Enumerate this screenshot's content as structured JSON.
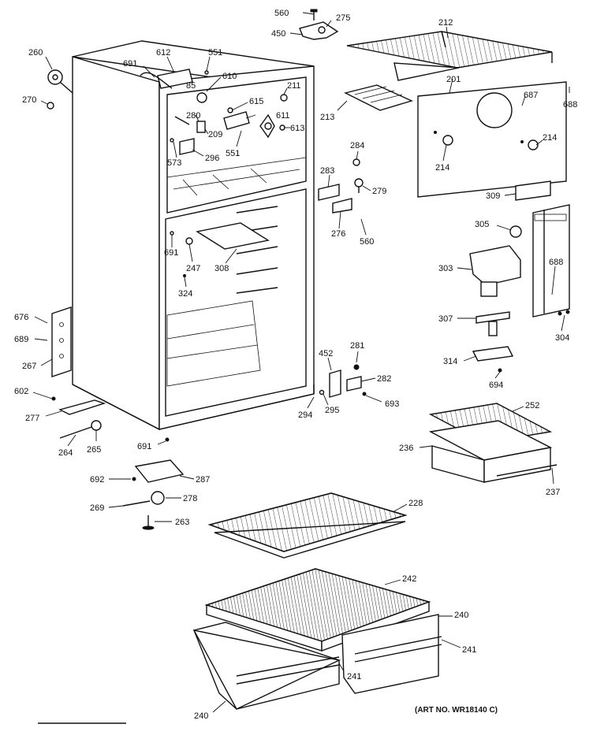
{
  "art_number": "(ART NO. WR18140 C)",
  "parts": [
    {
      "id": "p560a",
      "label": "560"
    },
    {
      "id": "p275",
      "label": "275"
    },
    {
      "id": "p450",
      "label": "450"
    },
    {
      "id": "p212",
      "label": "212"
    },
    {
      "id": "p260",
      "label": "260"
    },
    {
      "id": "p270",
      "label": "270"
    },
    {
      "id": "p691a",
      "label": "691"
    },
    {
      "id": "p612",
      "label": "612"
    },
    {
      "id": "p551a",
      "label": "551"
    },
    {
      "id": "p610",
      "label": "610"
    },
    {
      "id": "p85",
      "label": "85"
    },
    {
      "id": "p211",
      "label": "211"
    },
    {
      "id": "p201",
      "label": "201"
    },
    {
      "id": "p687",
      "label": "687"
    },
    {
      "id": "p688a",
      "label": "688"
    },
    {
      "id": "p615",
      "label": "615"
    },
    {
      "id": "p611",
      "label": "611"
    },
    {
      "id": "p280",
      "label": "280"
    },
    {
      "id": "p209",
      "label": "209"
    },
    {
      "id": "p613",
      "label": "613"
    },
    {
      "id": "p213",
      "label": "213"
    },
    {
      "id": "p573",
      "label": "573"
    },
    {
      "id": "p296",
      "label": "296"
    },
    {
      "id": "p551b",
      "label": "551"
    },
    {
      "id": "p284",
      "label": "284"
    },
    {
      "id": "p214a",
      "label": "214"
    },
    {
      "id": "p214b",
      "label": "214"
    },
    {
      "id": "p283",
      "label": "283"
    },
    {
      "id": "p279",
      "label": "279"
    },
    {
      "id": "p309",
      "label": "309"
    },
    {
      "id": "p276",
      "label": "276"
    },
    {
      "id": "p560b",
      "label": "560"
    },
    {
      "id": "p305",
      "label": "305"
    },
    {
      "id": "p691b",
      "label": "691"
    },
    {
      "id": "p247",
      "label": "247"
    },
    {
      "id": "p308",
      "label": "308"
    },
    {
      "id": "p324",
      "label": "324"
    },
    {
      "id": "p303",
      "label": "303"
    },
    {
      "id": "p688b",
      "label": "688"
    },
    {
      "id": "p676",
      "label": "676"
    },
    {
      "id": "p689",
      "label": "689"
    },
    {
      "id": "p307",
      "label": "307"
    },
    {
      "id": "p304",
      "label": "304"
    },
    {
      "id": "p267",
      "label": "267"
    },
    {
      "id": "p281",
      "label": "281"
    },
    {
      "id": "p452",
      "label": "452"
    },
    {
      "id": "p314",
      "label": "314"
    },
    {
      "id": "p282",
      "label": "282"
    },
    {
      "id": "p694",
      "label": "694"
    },
    {
      "id": "p602",
      "label": "602"
    },
    {
      "id": "p277",
      "label": "277"
    },
    {
      "id": "p294",
      "label": "294"
    },
    {
      "id": "p295",
      "label": "295"
    },
    {
      "id": "p693",
      "label": "693"
    },
    {
      "id": "p252",
      "label": "252"
    },
    {
      "id": "p264",
      "label": "264"
    },
    {
      "id": "p265",
      "label": "265"
    },
    {
      "id": "p691c",
      "label": "691"
    },
    {
      "id": "p236",
      "label": "236"
    },
    {
      "id": "p237",
      "label": "237"
    },
    {
      "id": "p692",
      "label": "692"
    },
    {
      "id": "p287",
      "label": "287"
    },
    {
      "id": "p228",
      "label": "228"
    },
    {
      "id": "p269",
      "label": "269"
    },
    {
      "id": "p278",
      "label": "278"
    },
    {
      "id": "p263",
      "label": "263"
    },
    {
      "id": "p242",
      "label": "242"
    },
    {
      "id": "p240a",
      "label": "240"
    },
    {
      "id": "p241a",
      "label": "241"
    },
    {
      "id": "p241b",
      "label": "241"
    },
    {
      "id": "p240b",
      "label": "240"
    }
  ]
}
